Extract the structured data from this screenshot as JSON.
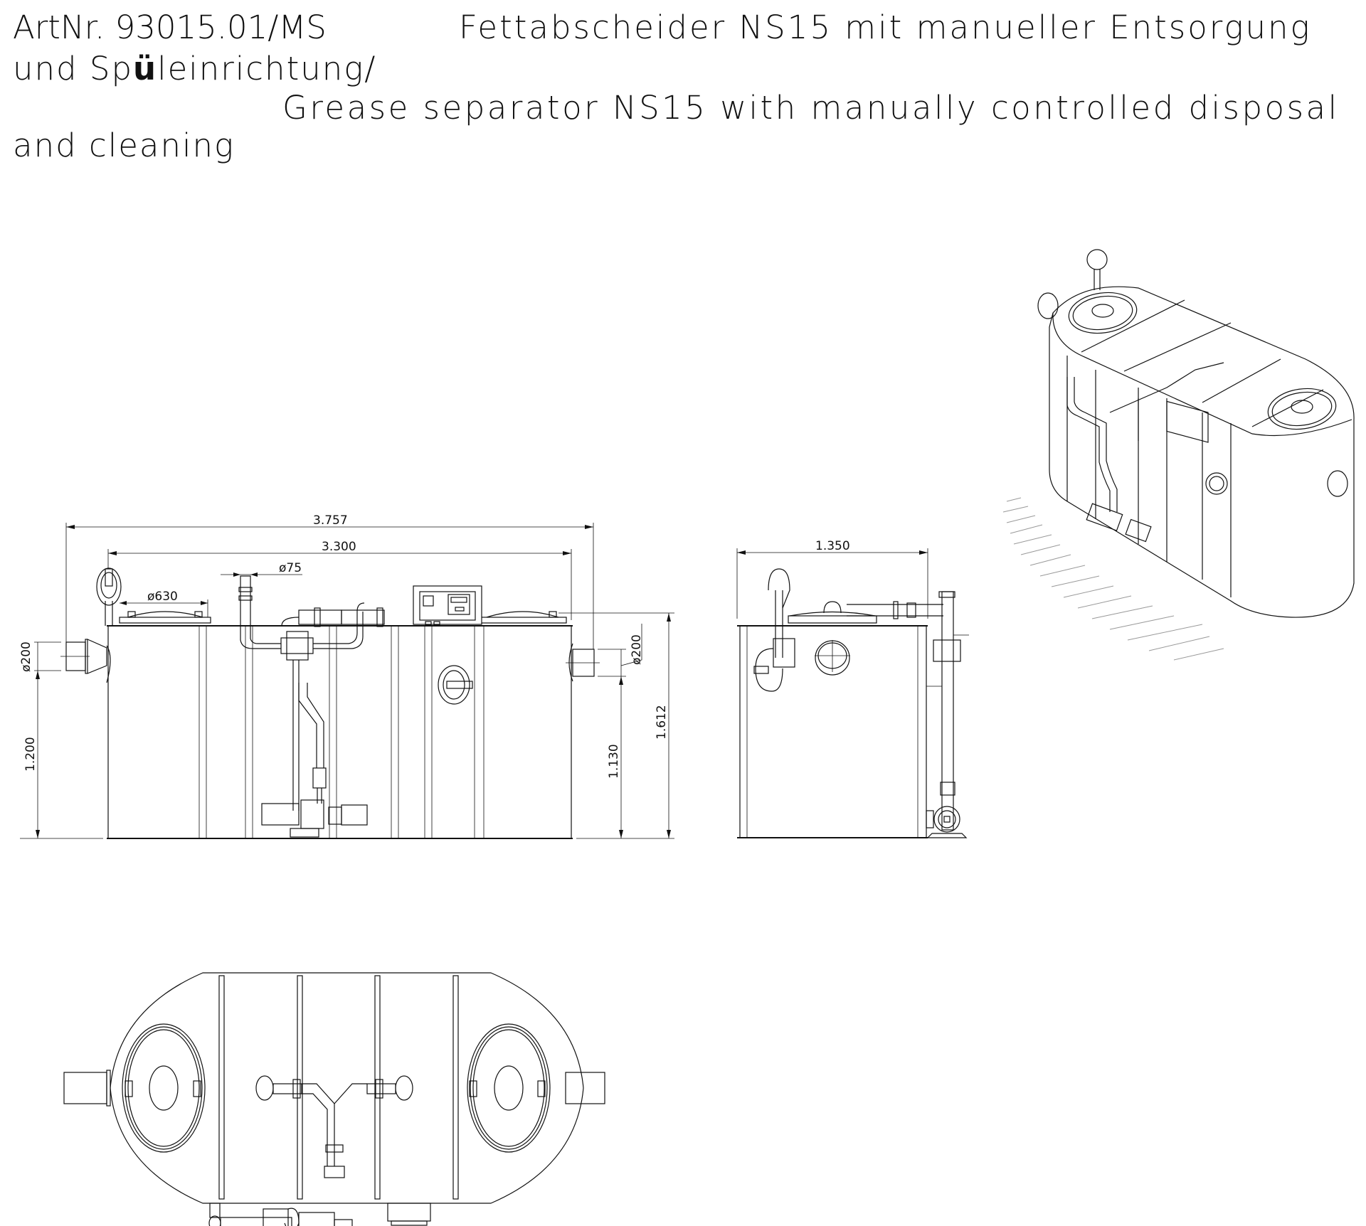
{
  "title": {
    "line1_left": "ArtNr. 93015.01/MS",
    "line1_right": "Fettabscheider NS15 mit manueller Entsorgung",
    "line2_pre": "und Sp",
    "line2_bold": "ü",
    "line2_post": "leinrichtung/",
    "line3": "Grease separator NS15 with manually controlled disposal",
    "line4": "and cleaning"
  },
  "front_view": {
    "dim_overall_length": "3.757",
    "dim_tank_length": "3.300",
    "dim_cover_diameter": "ø630",
    "dim_pipe_diameter": "ø75",
    "dim_inlet_diameter": "ø200",
    "dim_outlet_diameter": "ø200",
    "dim_inlet_height": "1.200",
    "dim_outlet_height": "1.130",
    "dim_total_height": "1.612"
  },
  "side_view": {
    "dim_width": "1.350"
  },
  "views": [
    "front-elevation",
    "side-elevation",
    "isometric",
    "plan"
  ],
  "colors": {
    "line": "#111111",
    "background": "#ffffff",
    "hatch": "#999999"
  }
}
